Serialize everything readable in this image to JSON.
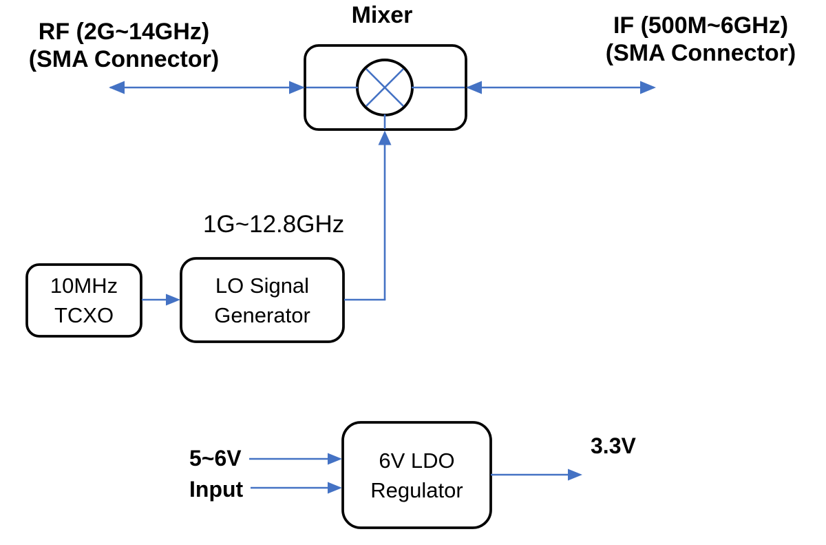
{
  "diagram": {
    "mixer_title": "Mixer",
    "rf_label": {
      "line1": "RF (2G~14GHz)",
      "line2": "(SMA Connector)"
    },
    "if_label": {
      "line1": "IF (500M~6GHz)",
      "line2": "(SMA Connector)"
    },
    "lo_freq_label": "1G~12.8GHz",
    "blocks": {
      "tcxo": {
        "line1": "10MHz",
        "line2": "TCXO"
      },
      "lo_generator": {
        "line1": "LO Signal",
        "line2": "Generator"
      },
      "ldo_regulator": {
        "line1": "6V LDO",
        "line2": "Regulator"
      }
    },
    "power": {
      "input_line1": "5~6V",
      "input_line2": "Input",
      "output_label": "3.3V"
    },
    "colors": {
      "connector_blue": "#4472C4",
      "block_border_black": "#000000",
      "text_black": "#000000",
      "background": "#FFFFFF"
    }
  }
}
